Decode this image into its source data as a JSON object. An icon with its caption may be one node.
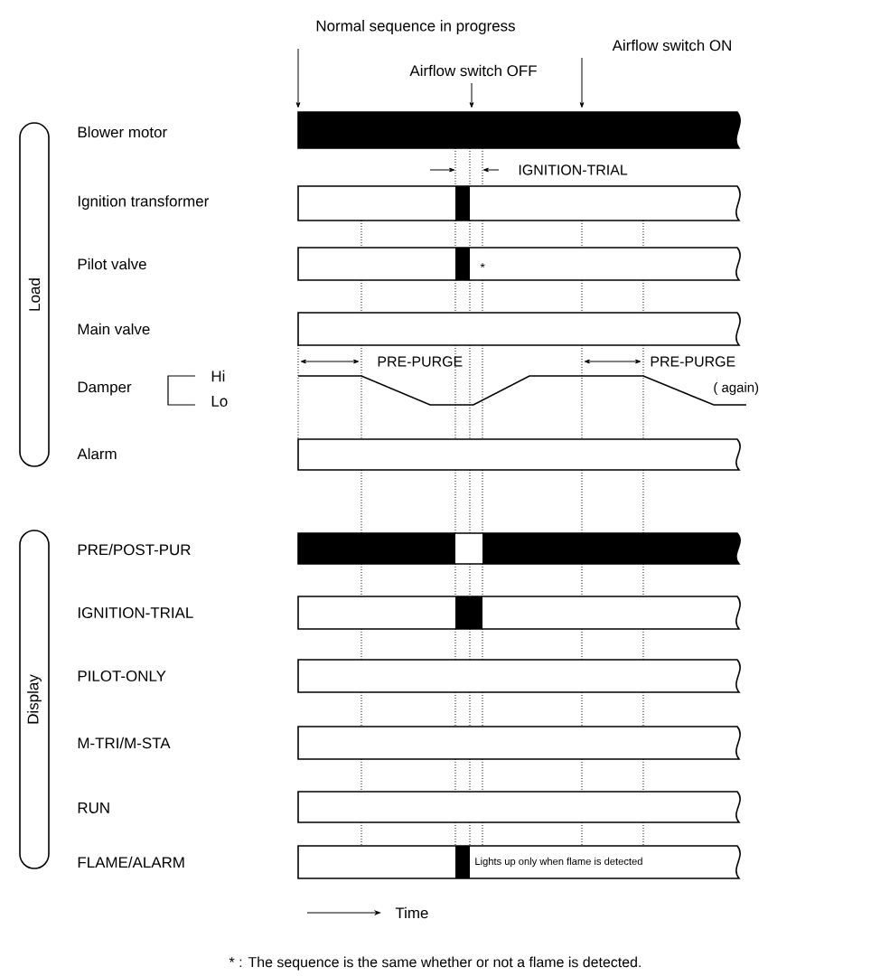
{
  "diagram": {
    "nodes": [
      {
        "text": [
          "Load"
        ]
      },
      {
        "text": [
          "Display"
        ]
      }
    ],
    "labels": [
      "Normal sequence in progress",
      "Airflow switch ON",
      "Airflow switch OFF",
      "Blower motor",
      "IGNITION-TRIAL",
      "Ignition transformer",
      "Pilot valve",
      "*",
      "Main valve",
      "PRE-PURGE",
      "PRE-PURGE",
      "Damper",
      "Hi",
      "( again)",
      "Lo",
      "Alarm",
      "PRE/POST-PUR",
      "IGNITION-TRIAL",
      "PILOT-ONLY",
      "M-TRI/M-STA",
      "RUN",
      "FLAME/ALARM",
      "Lights up only when flame is detected",
      "Time",
      "* : The sequence is the same whether or not a flame is detected."
    ]
  }
}
